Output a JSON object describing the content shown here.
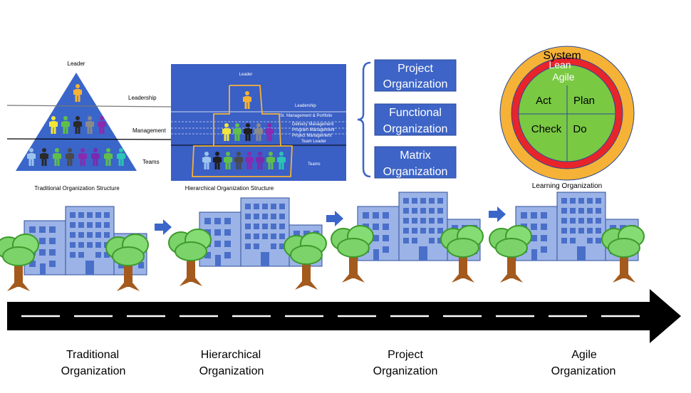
{
  "colors": {
    "blue_panel": "#3a5fc5",
    "box_blue": "#3d64c6",
    "building": "#9bb3e6",
    "window": "#4a6fc9",
    "arrow_blue": "#3a66c9",
    "road": "#000000",
    "orange": "#f5b236",
    "red": "#e8242b",
    "green": "#7ac943"
  },
  "traditional_diagram": {
    "top_label": "Leader",
    "levels": [
      "Leadership",
      "Management",
      "Teams"
    ],
    "caption": "Traditional Organization Structure"
  },
  "hierarchical_diagram": {
    "top_label": "Leader",
    "levels": [
      "Leadership",
      "Sr. Management & Portfolio",
      "Delivery Management",
      "Program Management",
      "Project Management",
      "Team Leader",
      "Teams"
    ],
    "caption": "Hierarchical Organization Structure"
  },
  "org_boxes": [
    {
      "line1": "Project",
      "line2": "Organization"
    },
    {
      "line1": "Functional",
      "line2": "Organization"
    },
    {
      "line1": "Matrix",
      "line2": "Organization"
    }
  ],
  "learning_org": {
    "rings": [
      "System",
      "Lean",
      "Agile"
    ],
    "quadrants": [
      "Act",
      "Plan",
      "Check",
      "Do"
    ],
    "caption": "Learning Organization"
  },
  "stages": [
    {
      "line1": "Traditional",
      "line2": "Organization"
    },
    {
      "line1": "Hierarchical",
      "line2": "Organization"
    },
    {
      "line1": "Project",
      "line2": "Organization"
    },
    {
      "line1": "Agile",
      "line2": "Organization"
    }
  ]
}
